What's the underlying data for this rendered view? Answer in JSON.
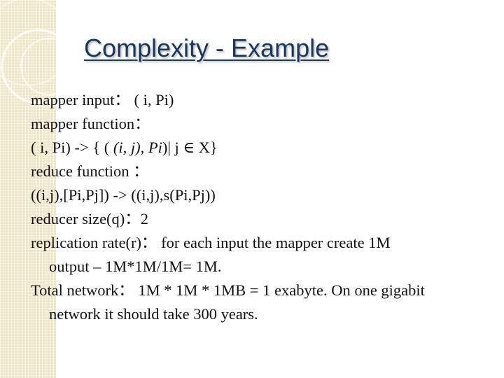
{
  "slide": {
    "title": "Complexity  - Example",
    "lines": [
      {
        "text": "mapper input： ( i, Pi)"
      },
      {
        "text": "mapper function："
      },
      {
        "prefix": "( i, Pi) -> { ( ",
        "math": "(i, j), Pi",
        "suffix": ")| j ∈ X}"
      },
      {
        "text": "reduce function ："
      },
      {
        "text": "((i,j),[Pi,Pj]) -> ((i,j),s(Pi,Pj))"
      },
      {
        "text": "reducer size(q)：2"
      },
      {
        "text": "replication rate(r)： for each input the mapper create 1M"
      },
      {
        "text": "output – 1M*1M/1M= 1M.",
        "indent": true
      },
      {
        "text": "Total network： 1M * 1M * 1MB = 1 exabyte. On one gigabit"
      },
      {
        "text": "network it should take 300 years.",
        "indent": true
      }
    ]
  },
  "colors": {
    "title": "#17375e",
    "text": "#111111",
    "side_strip": "#efe6c8"
  }
}
